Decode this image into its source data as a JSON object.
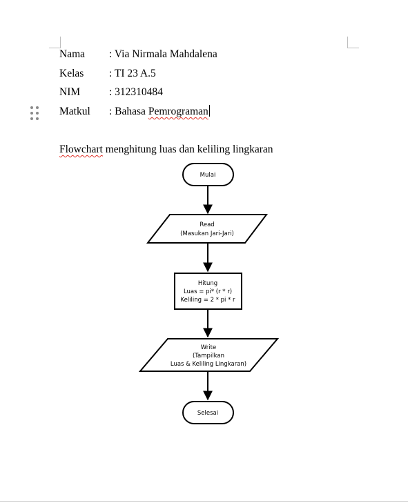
{
  "info": [
    {
      "label": "Nama",
      "value": ": Via Nirmala Mahdalena"
    },
    {
      "label": "Kelas",
      "value": ": TI 23 A.5"
    },
    {
      "label": "NIM",
      "value": ": 312310484"
    },
    {
      "label": "Matkul",
      "value_prefix": ": Bahasa ",
      "value_misspelled": "Pemrograman"
    }
  ],
  "heading": {
    "misspelled_word": "Flowchart",
    "rest": " menghitung luas dan keliling lingkaran"
  },
  "flowchart": {
    "start": {
      "text": "Mulai"
    },
    "read": {
      "lines": [
        "Read",
        "(Masukan Jari-Jari)"
      ]
    },
    "process": {
      "lines": [
        "Hitung",
        "Luas = pi* (r * r)",
        "Keliling = 2 * pi * r"
      ]
    },
    "write": {
      "lines": [
        "Write",
        "(Tampilkan",
        "Luas & Keliling Lingkaran)"
      ]
    },
    "end": {
      "text": "Selesai"
    }
  },
  "colors": {
    "spellcheck_underline": "#e0332a",
    "margin_marker": "#bdbdbd",
    "drag_handle": "#8a8a8a"
  },
  "icons": {
    "drag_handle": "drag-handle-icon"
  }
}
